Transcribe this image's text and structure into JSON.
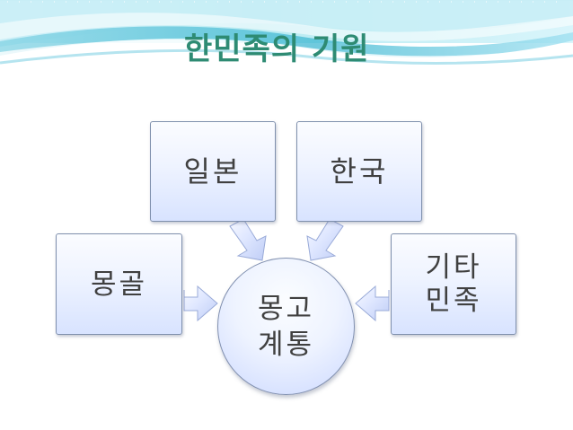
{
  "slide": {
    "title": "한민족의 기원",
    "title_color": "#2e8b73",
    "background_color": "#ffffff"
  },
  "diagram": {
    "center": {
      "lines": [
        "몽고",
        "계통"
      ]
    },
    "nodes": {
      "japan": "일본",
      "korea": "한국",
      "mongol": "몽골",
      "others": {
        "lines": [
          "기타",
          "민족"
        ]
      }
    },
    "arrow_color": "#b9c8f6",
    "arrow_stroke": "#9aabd8"
  }
}
